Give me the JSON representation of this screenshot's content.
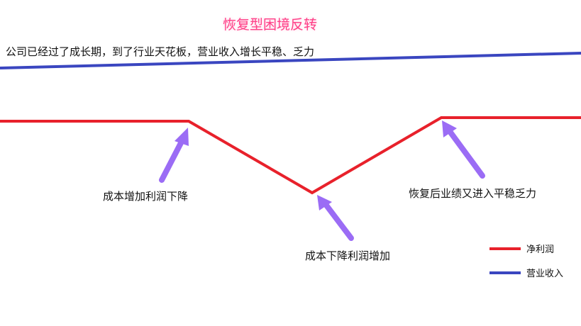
{
  "title": "恢复型困境反转",
  "subtitle": "公司已经过了成长期，到了行业天花板，营业收入增长平稳、乏力",
  "annotations": {
    "cost_up": "成本增加利润下降",
    "cost_down": "成本下降利润增加",
    "recover": "恢复后业绩又进入平稳乏力"
  },
  "legend": {
    "net_profit": "净利润",
    "revenue": "营业收入"
  },
  "colors": {
    "net_profit": "#e8212b",
    "revenue": "#3a46c0",
    "arrow": "#9b6cf5",
    "title": "#ff3f87"
  }
}
